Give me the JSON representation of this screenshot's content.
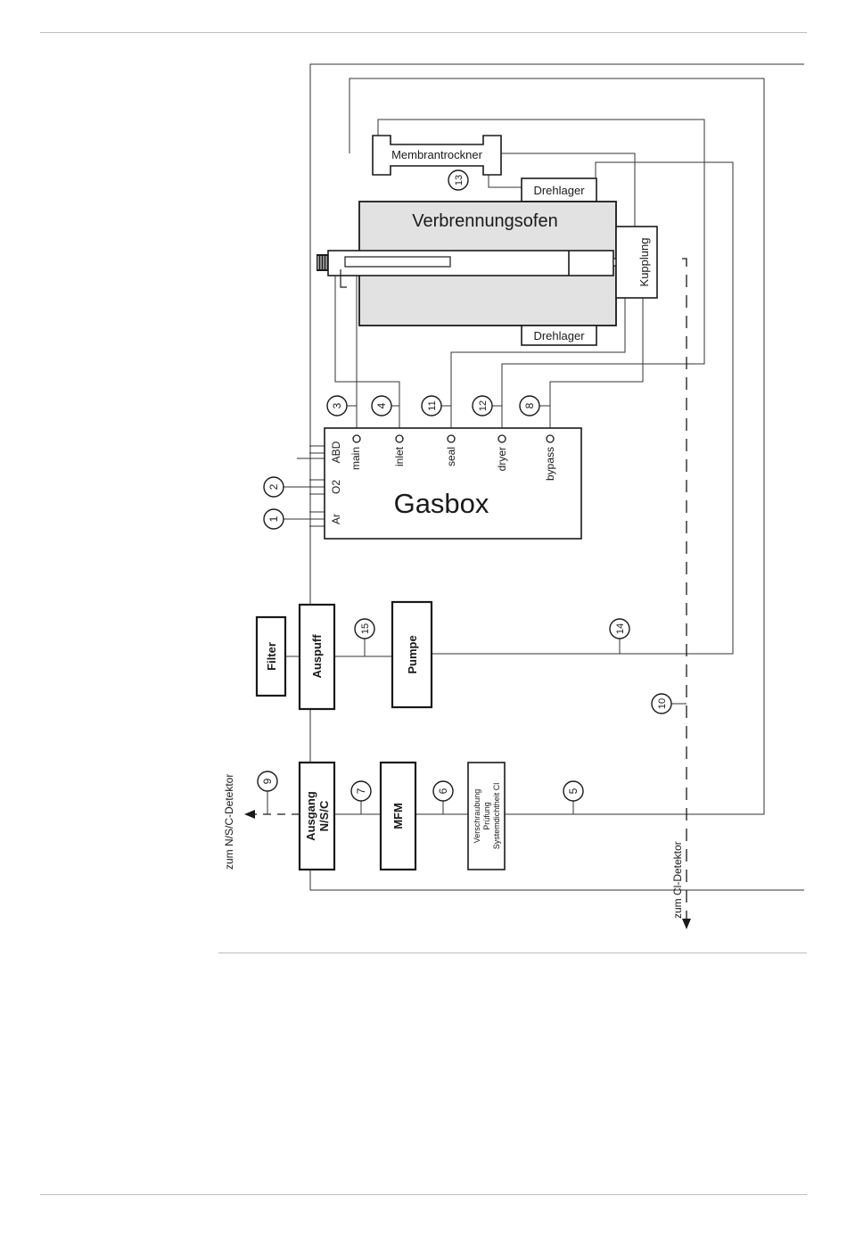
{
  "gasbox": {
    "title": "Gasbox",
    "inputs": [
      "ABD",
      "O2",
      "Ar"
    ],
    "outputs": [
      "main",
      "inlet",
      "seal",
      "dryer",
      "bypass"
    ]
  },
  "components": {
    "oven": "Verbrennungsofen",
    "dryer": "Membrantrockner",
    "bearing_top": "Drehlager",
    "bearing_bottom": "Drehlager",
    "coupling": "Kupplung",
    "filter": "Filter",
    "exhaust": "Auspuff",
    "pump": "Pumpe",
    "outlet_line1": "Ausgang",
    "outlet_line2": "N/S/C",
    "mfm": "MFM",
    "check_line1": "Verschraubung",
    "check_line2": "Prüfung",
    "check_line3": "Systemdichtheit Cl"
  },
  "connection_numbers": [
    "1",
    "2",
    "3",
    "4",
    "5",
    "6",
    "7",
    "8",
    "9",
    "10",
    "11",
    "12",
    "13",
    "14",
    "15"
  ],
  "destinations": {
    "nsc_detector": "zum N/S/C-Detektor",
    "cl_detector": "zum Cl-Detektor"
  }
}
